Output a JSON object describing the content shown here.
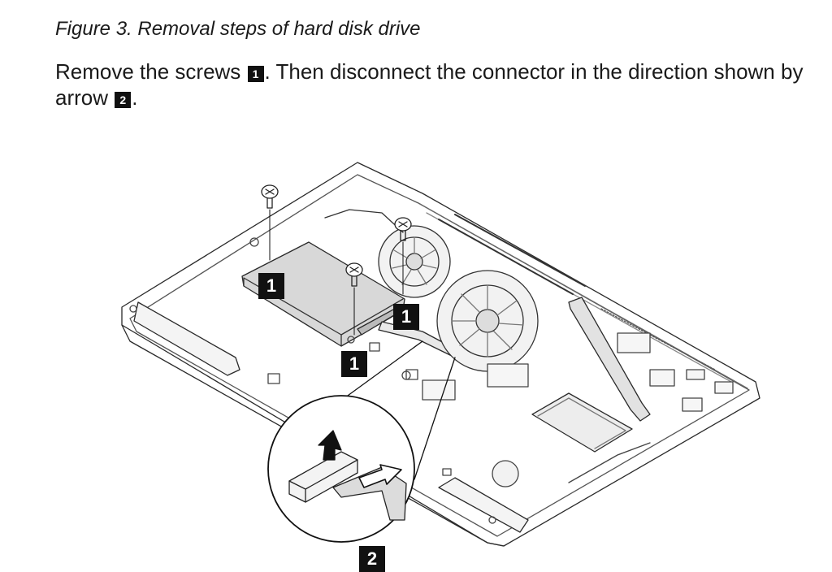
{
  "caption": "Figure 3. Removal steps of hard disk drive",
  "instruction": {
    "part1": "Remove the screws ",
    "step1": "1",
    "part2": ". Then disconnect the connector in the direction shown by arrow ",
    "step2": "2",
    "part3": "."
  },
  "callouts": {
    "screw_a": "1",
    "screw_b": "1",
    "screw_c": "1",
    "connector": "2"
  }
}
